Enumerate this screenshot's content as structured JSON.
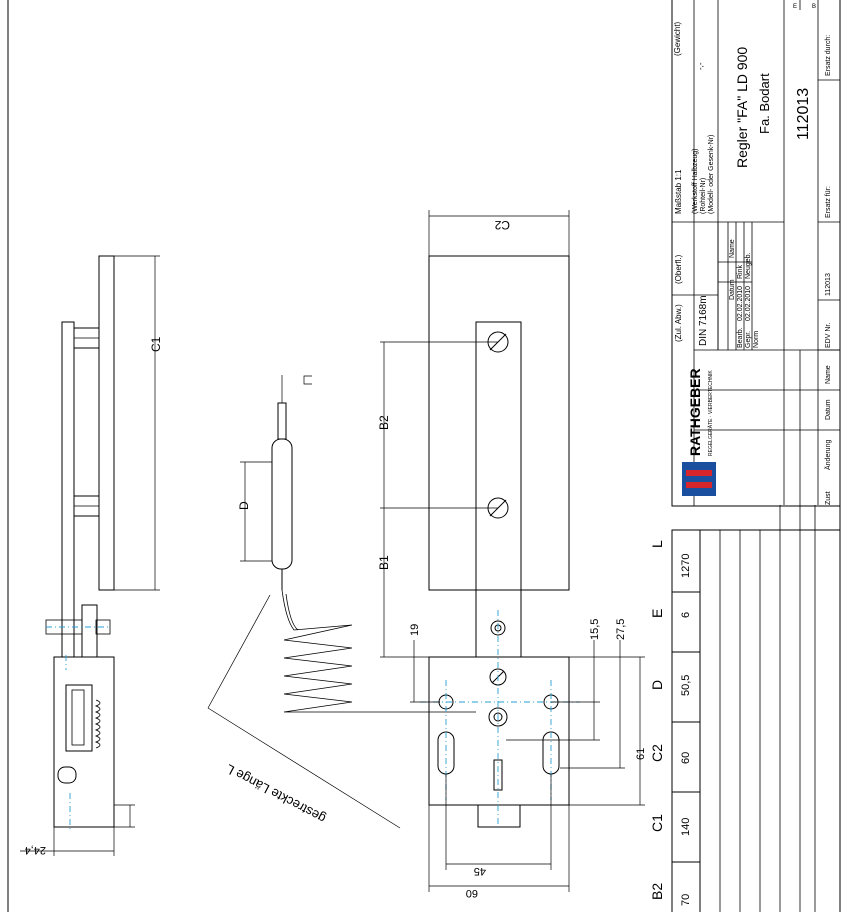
{
  "title_block": {
    "weight_label": "(Gewicht)",
    "weight_value": "-,-",
    "scale": "Maßstab 1:1",
    "material": "(Werkstoff Halbzeug)",
    "raw_part": "(Rohteil-Nr)",
    "model": "(Modell- oder Gesenk-Nr)",
    "surface": "(Oberfl.)",
    "tolerance": "(Zul. Abw.)",
    "standard": "DIN 7168m",
    "datum_header": "Datum",
    "name_header": "Name",
    "row_bearb": "Bearb.",
    "row_gepr": "Gepr.",
    "row_norm": "Norm",
    "bearb_date": "02.02.2010",
    "bearb_name": "Rink",
    "gepr_date": "02.02.2010",
    "gepr_name": "Neugeb.",
    "part_title": "Regler \"FA\" LD 900",
    "company": "Fa. Bodart",
    "drawing_no": "112013",
    "edv_label": "EDV Nr.",
    "edv_no": "112013",
    "ersatz_fuer": "Ersatz für:",
    "ersatz_durch": "Ersatz durch:",
    "sheet_flag_1": "E",
    "sheet_flag_2": "B",
    "logo_main": "RATHGEBER",
    "logo_sub": "REGELGERÄTE · VIERBERTECHNIK",
    "rev_zust": "Zust",
    "rev_aenderung": "Änderung",
    "rev_datum": "Datum",
    "rev_name": "Name"
  },
  "dimensions": {
    "C1": "C1",
    "C2": "C2",
    "B1": "B1",
    "B2": "B2",
    "D": "D",
    "E": "E",
    "L": "L",
    "d19": "19",
    "d15_5": "15,5",
    "d27_5": "27,5",
    "d61": "61",
    "d45": "45",
    "d60": "60",
    "d24_4": "24,4",
    "length_note": "gestreckte Länge L"
  },
  "table": {
    "headers": [
      "B2",
      "C1",
      "C2",
      "D",
      "E",
      "L"
    ],
    "values": [
      "70",
      "140",
      "60",
      "50,5",
      "6",
      "1270"
    ]
  }
}
